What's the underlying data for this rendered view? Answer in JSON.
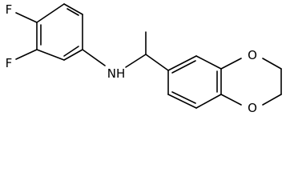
{
  "molecule": {
    "atoms": {
      "f_top": "F",
      "f_bottom": "F",
      "nh": "NH",
      "o_top": "O",
      "o_bottom": "O"
    }
  }
}
